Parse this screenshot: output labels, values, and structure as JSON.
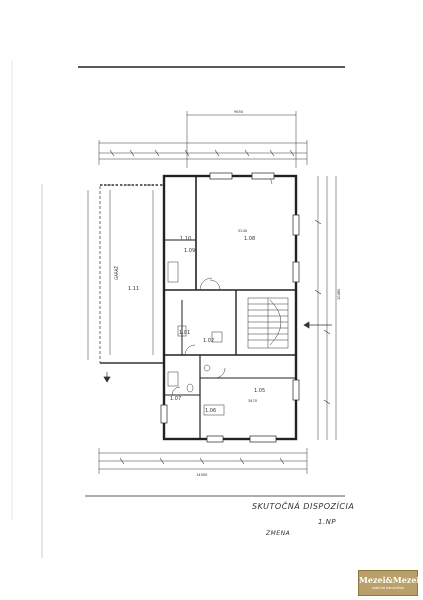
{
  "drawing": {
    "rooms": [
      {
        "id": "1.08",
        "label": "1.08"
      },
      {
        "id": "1.09",
        "label": "1.09"
      },
      {
        "id": "1.10",
        "label": "1.10"
      },
      {
        "id": "1.11",
        "label": "1.11"
      },
      {
        "id": "1.05",
        "label": "1.05"
      },
      {
        "id": "1.06",
        "label": "1.06"
      },
      {
        "id": "1.01",
        "label": "1.01"
      },
      {
        "id": "1.02",
        "label": "1.02"
      },
      {
        "id": "1.07",
        "label": "1.07"
      }
    ],
    "garage_label": "GARÁŽ",
    "dimensions": {
      "top_total": "9650",
      "bottom_total": "14900",
      "room_108_width": "5240",
      "room_105_width": "3470",
      "side_total": "10480"
    }
  },
  "annotations": {
    "line1": "SKUTOČNÁ DISPOZÍCIA",
    "line2": "1.NP",
    "line3": "ZMENA"
  },
  "logo": {
    "name": "Mezei&Mezei",
    "subtitle": "realitná kancelária"
  },
  "colors": {
    "ink": "#333333",
    "logo_gold": "#b9a06a"
  }
}
